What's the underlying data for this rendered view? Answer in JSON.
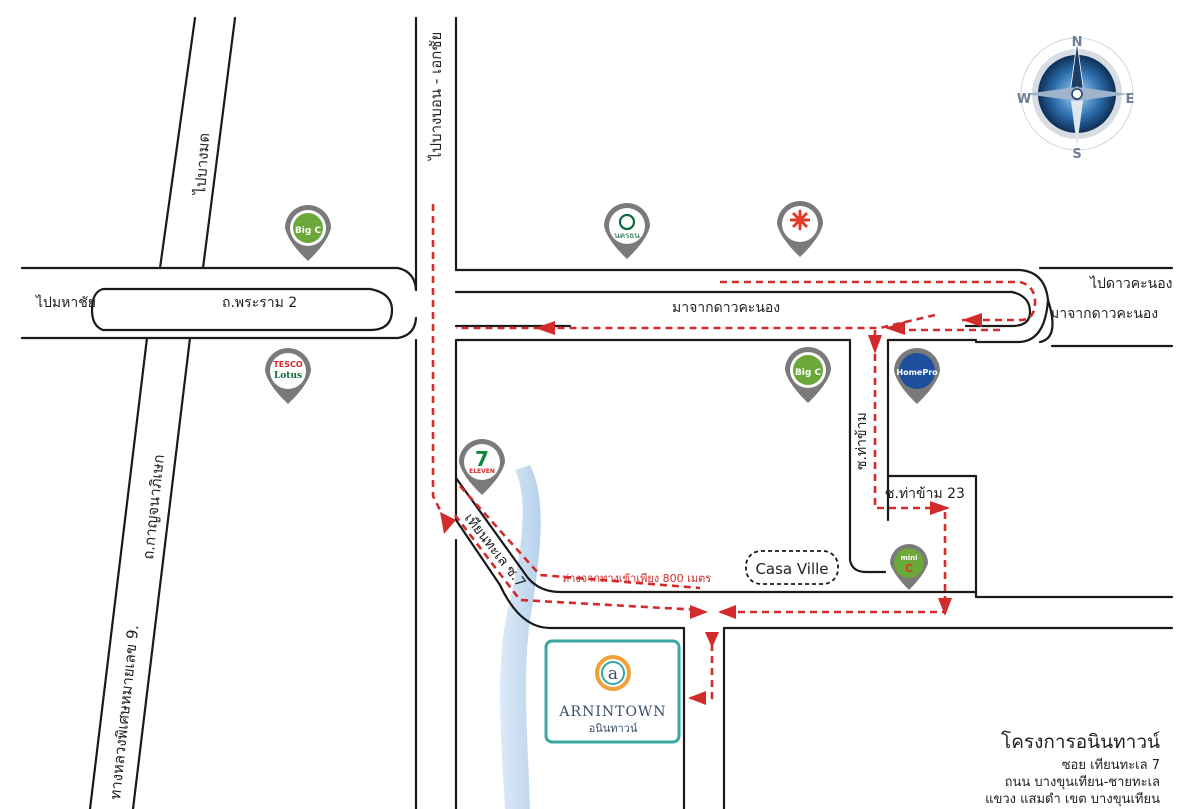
{
  "compass": {
    "n": "N",
    "s": "S",
    "e": "E",
    "w": "W"
  },
  "roads": {
    "to_bang_mot": "ไปบางมด",
    "to_bang_bon_ekachai": "ไปบางบอน - เอกชัย",
    "to_mahachai": "ไปมหาชัย",
    "rama2": "ถ.พระราม 2",
    "to_dao_khanong": "ไปดาวคะนอง",
    "from_dao_khanong_1": "มาจากดาวคะนอง",
    "from_dao_khanong_2": "มาจากดาวคะนอง",
    "kanchanaphisek": "ถ.กาญจนาภิเษก",
    "highway9": "ทางหลวงพิเศษหมายเลข 9.",
    "soi_tha_kham": "ซ.ท่าข้าม",
    "soi_tha_kham_23": "ซ.ท่าข้าม 23",
    "soi_thian_thale_7": "เทียนทะเล ซ.7",
    "distance_note": "ห่างจากทางเข้าเพียง 800 เมตร"
  },
  "landmarks": {
    "big_c_1": "Big C",
    "big_c_2": "Big C",
    "nakornthon": "นครธน",
    "central_hospital": "hospital",
    "tesco_line1": "TESCO",
    "tesco_line2": "Lotus",
    "homepro": "HomePro",
    "seven_eleven_num": "7",
    "seven_eleven_txt": "ELEVEN",
    "mini_big_c_top": "mini",
    "mini_big_c": "C",
    "casa_ville": "Casa Ville"
  },
  "project_logo": {
    "mark": "a",
    "name_en": "ARNINTOWN",
    "name_th": "อนินทาวน์"
  },
  "address": {
    "title": "โครงการอนินทาวน์",
    "line1": "ซอย เทียนทะเล 7",
    "line2": "ถนน บางขุนเทียน-ชายทะเล",
    "line3": "แขวง แสมดำ  เขต บางขุนเทียน"
  },
  "colors": {
    "route": "#d22b2b",
    "road": "#1a1a1a",
    "canal": "#b9d4ec",
    "logo_border": "#3aa6a0",
    "big_c_green": "#6aa83a",
    "big_c_red": "#e03a2a",
    "homepro_blue": "#1d4f9e",
    "seven_green": "#0b8a3e",
    "seven_orange": "#f07b1f",
    "compass_blue": "#3b7fbf"
  }
}
